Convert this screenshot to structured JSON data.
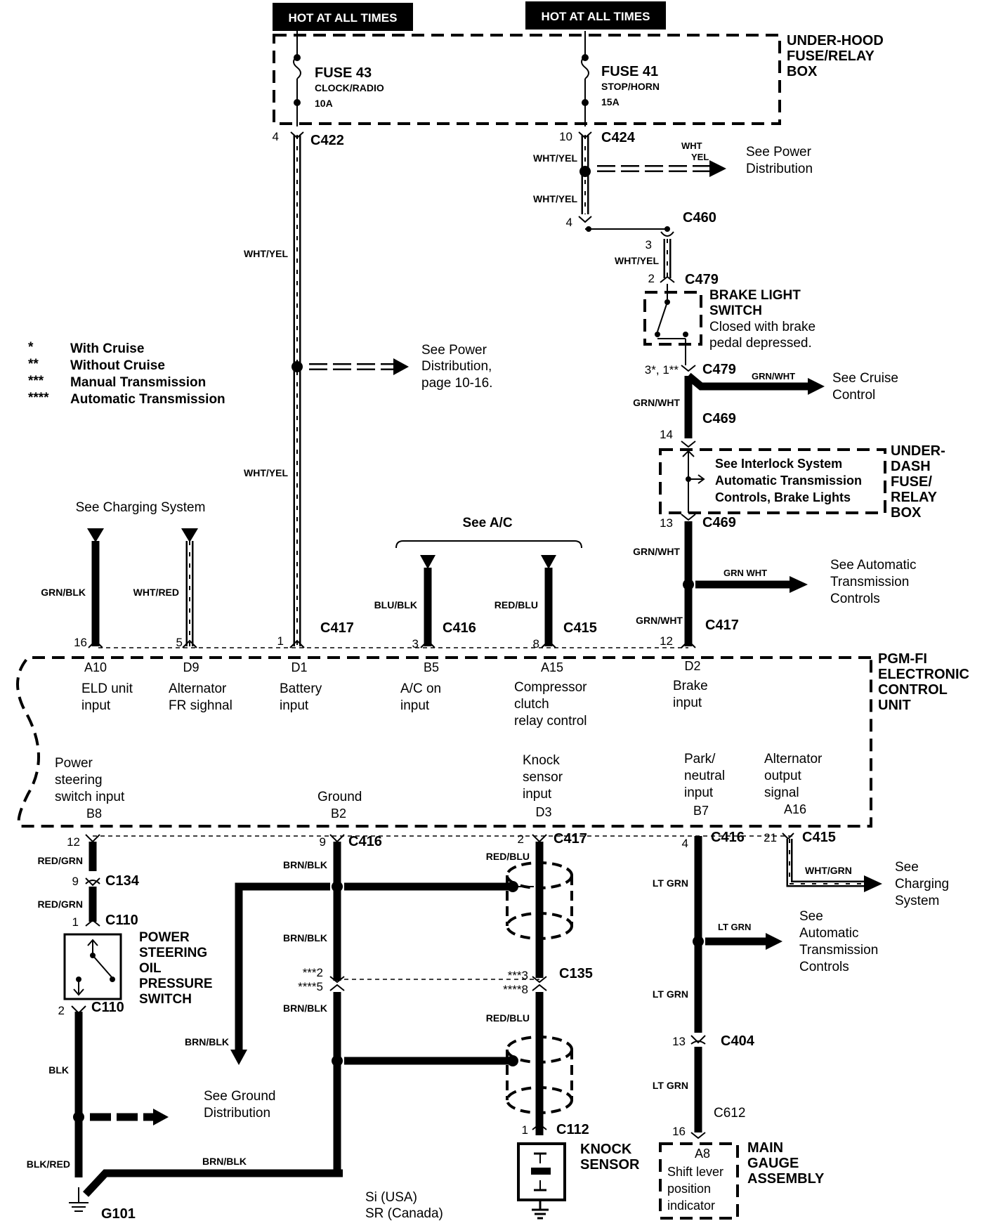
{
  "power_labels": [
    "HOT AT ALL TIMES",
    "HOT AT ALL TIMES"
  ],
  "under_hood_box": [
    "UNDER-HOOD",
    "FUSE/RELAY",
    "BOX"
  ],
  "fuse43": {
    "name": "FUSE 43",
    "circuit": "CLOCK/RADIO",
    "rating": "10A"
  },
  "fuse41": {
    "name": "FUSE 41",
    "circuit": "STOP/HORN",
    "rating": "15A"
  },
  "connectors": {
    "c422": "C422",
    "c424": "C424",
    "c460": "C460",
    "c479": "C479",
    "c469": "C469",
    "c417": "C417",
    "c416": "C416",
    "c415": "C415",
    "c134": "C134",
    "c110": "C110",
    "c135": "C135",
    "c404": "C404",
    "c612": "C612",
    "c112": "C112",
    "g101": "G101"
  },
  "pins": {
    "p4": "4",
    "p10": "10",
    "p4b": "4",
    "p3": "3",
    "p2": "2",
    "p31": "3*, 1**",
    "p14": "14",
    "p13": "13",
    "p12": "12",
    "p16": "16",
    "p5": "5",
    "p1": "1",
    "p3b": "3",
    "p8": "8",
    "p12b": "12",
    "p9": "9",
    "p2b": "2",
    "p4c": "4",
    "p21": "21",
    "p9b": "9",
    "p1b": "1",
    "p2c": "2",
    "p2d": "***2",
    "p5b": "****5",
    "p3c": "***3",
    "p8b": "****8",
    "p13b": "13",
    "p16b": "16",
    "p1c": "1"
  },
  "wire_colors": {
    "wht_yel": "WHT/YEL",
    "wht": "WHT",
    "yel": "YEL",
    "grn_wht": "GRN/WHT",
    "grn_wht2": "GRN WHT",
    "grn_blk": "GRN/BLK",
    "wht_red": "WHT/RED",
    "blu_blk": "BLU/BLK",
    "red_blu": "RED/BLU",
    "red_grn": "RED/GRN",
    "brn_blk": "BRN/BLK",
    "blk": "BLK",
    "blk_red": "BLK/RED",
    "lt_grn": "LT GRN",
    "wht_grn": "WHT/GRN"
  },
  "legend": [
    {
      "sym": "*",
      "text": "With Cruise"
    },
    {
      "sym": "**",
      "text": "Without Cruise"
    },
    {
      "sym": "***",
      "text": "Manual Transmission"
    },
    {
      "sym": "****",
      "text": "Automatic Transmission"
    }
  ],
  "refs": {
    "power_dist": [
      "See Power",
      "Distribution"
    ],
    "power_dist_page": [
      "See Power",
      "Distribution,",
      "page 10-16."
    ],
    "charging_top": "See Charging System",
    "ac": "See A/C",
    "cruise": [
      "See Cruise",
      "Control"
    ],
    "auto_trans1": [
      "See Automatic",
      "Transmission",
      "Controls"
    ],
    "auto_trans2": [
      "See",
      "Automatic",
      "Transmission",
      "Controls"
    ],
    "charging_bottom": [
      "See",
      "Charging",
      "System"
    ],
    "ground_dist": [
      "See Ground",
      "Distribution"
    ],
    "interlock": [
      "See Interlock System",
      "Automatic Transmission",
      "Controls, Brake Lights"
    ]
  },
  "brake_switch": {
    "title": [
      "BRAKE LIGHT",
      "SWITCH"
    ],
    "note": [
      "Closed with brake",
      "pedal depressed."
    ]
  },
  "under_dash_box": [
    "UNDER-",
    "DASH",
    "FUSE/",
    "RELAY",
    "BOX"
  ],
  "ecu": {
    "name": [
      "PGM-FI",
      "ELECTRONIC",
      "CONTROL",
      "UNIT"
    ],
    "top_terminals": [
      {
        "id": "A10",
        "desc": [
          "ELD unit",
          "input"
        ]
      },
      {
        "id": "D9",
        "desc": [
          "Alternator",
          "FR sighnal"
        ]
      },
      {
        "id": "D1",
        "desc": [
          "Battery",
          "input"
        ]
      },
      {
        "id": "B5",
        "desc": [
          "A/C on",
          "input"
        ]
      },
      {
        "id": "A15",
        "desc": [
          "Compressor",
          "clutch",
          "relay control"
        ]
      },
      {
        "id": "D2",
        "desc": [
          "Brake",
          "input"
        ]
      }
    ],
    "bottom_terminals": [
      {
        "id": "B8",
        "desc": [
          "Power",
          "steering",
          "switch input"
        ]
      },
      {
        "id": "B2",
        "desc": [
          "Ground"
        ]
      },
      {
        "id": "D3",
        "desc": [
          "Knock",
          "sensor",
          "input"
        ]
      },
      {
        "id": "B7",
        "desc": [
          "Park/",
          "neutral",
          "input"
        ]
      },
      {
        "id": "A16",
        "desc": [
          "Alternator",
          "output",
          "signal"
        ]
      }
    ]
  },
  "ps_switch": [
    "POWER",
    "STEERING",
    "OIL",
    "PRESSURE",
    "SWITCH"
  ],
  "knock_sensor": [
    "KNOCK",
    "SENSOR"
  ],
  "gauge": {
    "title": [
      "MAIN",
      "GAUGE",
      "ASSEMBLY"
    ],
    "terminal": "A8",
    "desc": [
      "Shift lever",
      "position",
      "indicator"
    ]
  },
  "model_note": [
    "Si (USA)",
    "SR (Canada)"
  ]
}
